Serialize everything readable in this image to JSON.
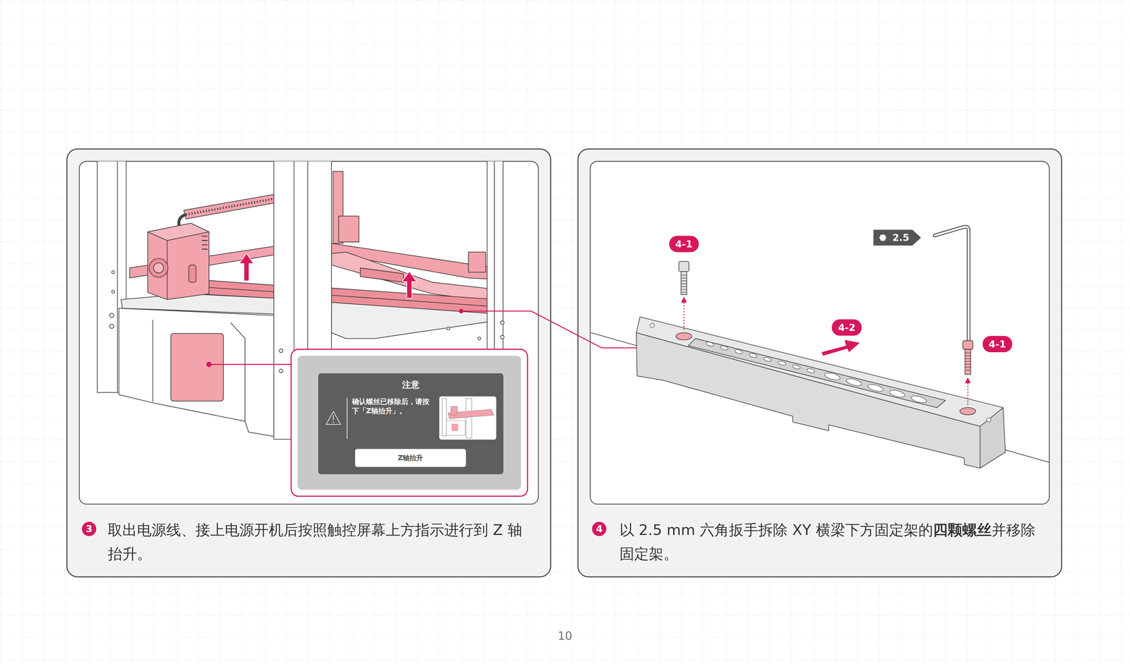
{
  "diagram": {
    "nodes": [
      {
        "text": [
          "取出电源线、接上电源开机后按照触控屏幕上方指示进行到 Z 轴抬升。"
        ]
      },
      {
        "text": [
          "注意",
          "确认螺丝已移除后，请按下「Z轴抬升」。"
        ],
        "in": 0
      },
      {
        "text": [
          "Z轴抬升"
        ],
        "in": 1
      },
      {
        "text": [
          "3"
        ],
        "in": 0
      },
      {
        "text": [
          "以 2.5 mm 六角扳手拆除 XY 横梁下方固定架的",
          "四颗螺丝",
          "并移除固定架。"
        ]
      },
      {
        "text": [
          "4"
        ],
        "in": 4
      }
    ],
    "labels": [
      "4-1",
      "4-2",
      "4-1",
      "2.5",
      "10"
    ]
  }
}
